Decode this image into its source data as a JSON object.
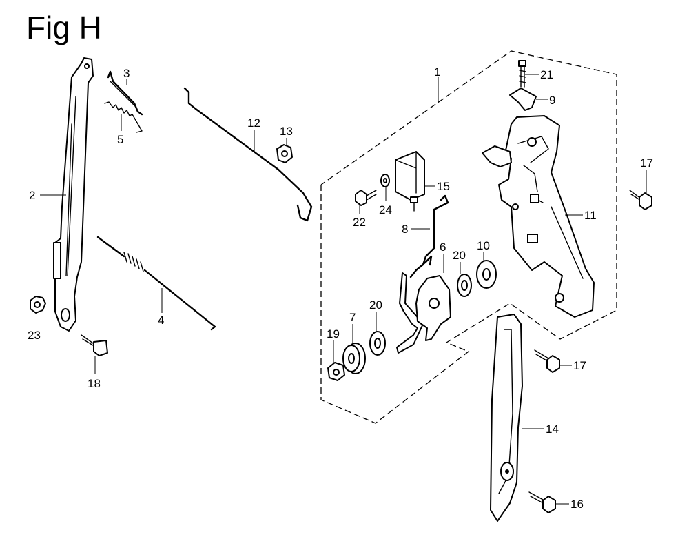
{
  "figure": {
    "title": "Fig H"
  },
  "callouts": [
    {
      "id": "c1",
      "text": "1"
    },
    {
      "id": "c2",
      "text": "2"
    },
    {
      "id": "c3",
      "text": "3"
    },
    {
      "id": "c4",
      "text": "4"
    },
    {
      "id": "c5",
      "text": "5"
    },
    {
      "id": "c6",
      "text": "6"
    },
    {
      "id": "c7",
      "text": "7"
    },
    {
      "id": "c8",
      "text": "8"
    },
    {
      "id": "c9",
      "text": "9"
    },
    {
      "id": "c10",
      "text": "10"
    },
    {
      "id": "c11",
      "text": "11"
    },
    {
      "id": "c12",
      "text": "12"
    },
    {
      "id": "c13",
      "text": "13"
    },
    {
      "id": "c14",
      "text": "14"
    },
    {
      "id": "c15",
      "text": "15"
    },
    {
      "id": "c16",
      "text": "16"
    },
    {
      "id": "c17a",
      "text": "17"
    },
    {
      "id": "c17b",
      "text": "17"
    },
    {
      "id": "c18",
      "text": "18"
    },
    {
      "id": "c19",
      "text": "19"
    },
    {
      "id": "c20a",
      "text": "20"
    },
    {
      "id": "c20b",
      "text": "20"
    },
    {
      "id": "c21",
      "text": "21"
    },
    {
      "id": "c22",
      "text": "22"
    },
    {
      "id": "c23",
      "text": "23"
    },
    {
      "id": "c24",
      "text": "24"
    }
  ]
}
